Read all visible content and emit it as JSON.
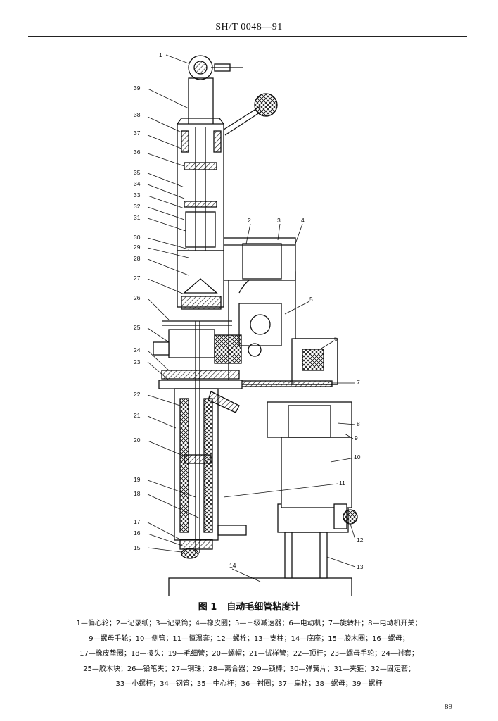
{
  "header": {
    "text": "SH/T 0048—91"
  },
  "figure": {
    "caption_number": "图 1",
    "caption_title": "自动毛细管粘度计",
    "callouts": [
      "1",
      "2",
      "3",
      "4",
      "5",
      "6",
      "7",
      "8",
      "9",
      "10",
      "11",
      "12",
      "13",
      "14",
      "15",
      "16",
      "17",
      "18",
      "19",
      "20",
      "21",
      "22",
      "23",
      "24",
      "25",
      "26",
      "27",
      "28",
      "29",
      "30",
      "31",
      "32",
      "33",
      "34",
      "35",
      "36",
      "37",
      "38",
      "39"
    ]
  },
  "legend": {
    "lines": [
      "1—偏心轮；2—记录纸；3—记录筒；4—橡皮圈；5—三级减速器；6—电动机；7—旋转杆；8—电动机开关；",
      "9—螺母手轮；10—侧管；11—恒温套；12—螺栓；13—支柱；14—底座；15—胶木圈；16—螺母；",
      "17—橡皮垫圈；18—接头；19—毛细管；20—螺帽；21—试样管；22—顶杆；23—螺母手轮；24—衬套；",
      "25—胶木块；26—铅笔夹；27—钢珠；28—离合器；29—锁棒；30—弹簧片；31—夹箍；32—固定套；",
      "33—小螺杆；34—钢管；35—中心杆；36—衬圈；37—扁栓；38—螺母；39—螺杆"
    ]
  },
  "page": {
    "number": "89"
  }
}
